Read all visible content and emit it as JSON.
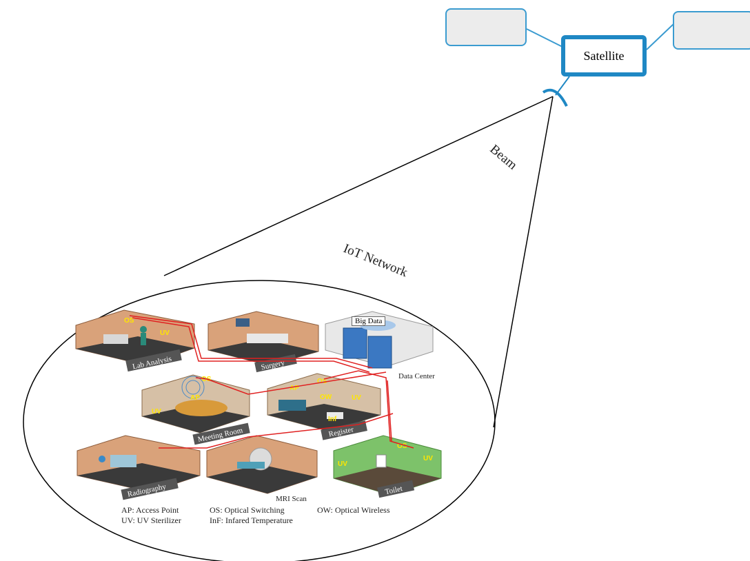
{
  "satellite": {
    "label": "Satellite"
  },
  "beam": {
    "label": "Beam"
  },
  "network": {
    "label": "IoT Network",
    "big_data": "Big Data"
  },
  "rooms": {
    "lab": "Lab Analysis",
    "surgery": "Surgery",
    "data_center": "Data Center",
    "meeting": "Meeting Room",
    "register": "Register",
    "radiography": "Radiography",
    "mri": "MRI Scan",
    "toilet": "Toilet"
  },
  "tags": {
    "os": "OS",
    "uv": "UV",
    "ap": "AP",
    "ow": "OW",
    "inf": "Inf"
  },
  "legend": {
    "ap": "AP: Access Point",
    "uv": "UV: UV Sterilizer",
    "os": "OS: Optical Switching",
    "inf": "InF: Infared Temperature",
    "ow": "OW: Optical Wireless"
  },
  "colors": {
    "accent": "#1f88c4",
    "link": "#e02020",
    "floor": "#3a3a3a",
    "wall": "#d9a27a"
  }
}
